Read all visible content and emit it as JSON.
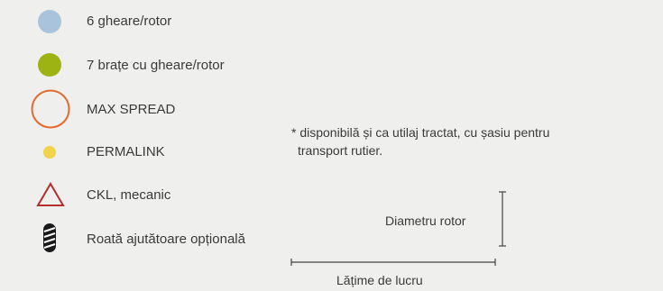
{
  "legend": {
    "items": [
      {
        "label": "6 gheare/rotor",
        "symbol": "filled-circle",
        "color": "#a9c3dd"
      },
      {
        "label": "7 brațe cu gheare/rotor",
        "symbol": "filled-circle",
        "color": "#9db313"
      },
      {
        "label": "MAX SPREAD",
        "symbol": "ring",
        "color": "#e46a2f"
      },
      {
        "label": "PERMALINK",
        "symbol": "small-dot",
        "color": "#f1d44a"
      },
      {
        "label": "CKL, mecanic",
        "symbol": "triangle-outline",
        "color": "#b32d2d"
      },
      {
        "label": "Roată ajutătoare opțională",
        "symbol": "striped-wheel",
        "color": "#1a1a1a"
      }
    ]
  },
  "note": {
    "line1": "* disponibilă și ca utilaj tractat, cu șasiu pentru",
    "line2": "transport rutier."
  },
  "dimensions": {
    "rotor_diameter_label": "Diametru rotor",
    "working_width_label": "Lățime de lucru"
  }
}
